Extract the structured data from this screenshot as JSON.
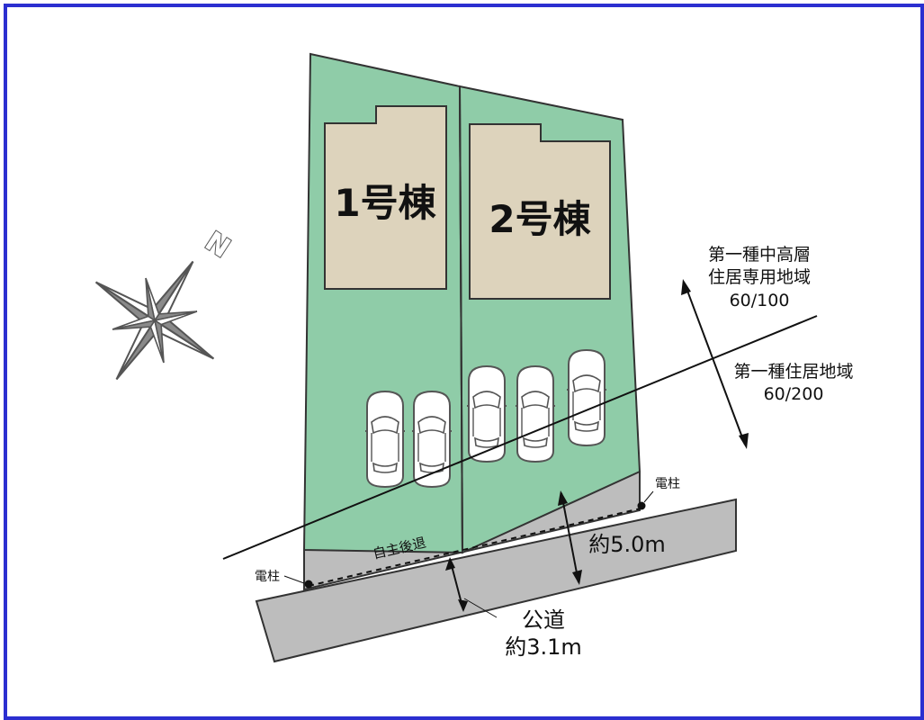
{
  "colors": {
    "frame": "#2b2fd0",
    "lot": "#8fcca8",
    "building": "#ddd3bc",
    "road": "#bdbdbd",
    "line": "#111111"
  },
  "compass": {
    "north_label": "N",
    "icon": "compass-rose-icon"
  },
  "buildings": [
    {
      "label": "1号棟"
    },
    {
      "label": "2号棟"
    }
  ],
  "zones": {
    "upper": {
      "line1": "第一種中高層",
      "line2": "住居専用地域",
      "line3": "60/100"
    },
    "lower": {
      "line1": "第一種住居地域",
      "line2": "60/200"
    }
  },
  "poles": {
    "left": "電柱",
    "right": "電柱"
  },
  "setback": {
    "label": "自主後退"
  },
  "road": {
    "label": "公道",
    "width": "約3.1m",
    "total_width": "約5.0m"
  },
  "cars": {
    "lot1_count": 2,
    "lot2_count": 3,
    "icon": "car-icon"
  }
}
